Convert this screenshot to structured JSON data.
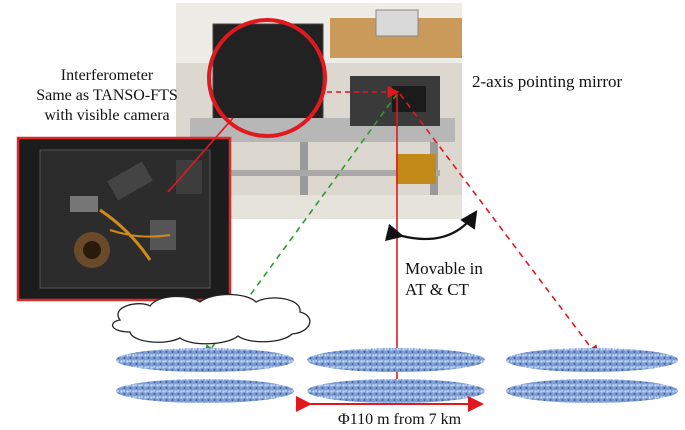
{
  "labels": {
    "interferometer": [
      "Interferometer",
      "Same as TANSO-FTS",
      "with visible camera"
    ],
    "mirror": "2-axis pointing mirror",
    "movable": [
      "Movable in",
      "AT & CT"
    ],
    "footprint": "Φ110 m from 7 km"
  },
  "colors": {
    "red_line": "#e0191f",
    "green_line": "#2e9a2e",
    "footprint_fill": "#8aa6d6",
    "photo_border": "#d92b2b"
  },
  "footprint_grid": {
    "rows": 2,
    "cols": 3
  }
}
